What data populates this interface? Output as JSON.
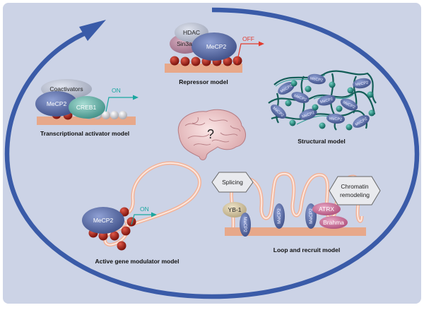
{
  "models": {
    "repressor": {
      "caption": "Repressor model",
      "proteins": [
        "HDAC",
        "Sin3a",
        "MeCP2"
      ],
      "state": "OFF"
    },
    "activator": {
      "caption": "Transcriptional activator model",
      "proteins": [
        "Coactivators",
        "MeCP2",
        "CREB1"
      ],
      "state": "ON"
    },
    "structural": {
      "caption": "Structural model",
      "protein": "MeCP2"
    },
    "modulator": {
      "caption": "Active gene modulator model",
      "protein": "MeCP2",
      "state": "ON"
    },
    "loop": {
      "caption": "Loop and recruit model",
      "splicing": "Splicing",
      "chromatin_line1": "Chromatin",
      "chromatin_line2": "remodeling",
      "yb1": "YB-1",
      "mecp2": "MeCP2",
      "atrx": "ATRX",
      "brahma": "Brahma"
    },
    "brain": {
      "symbol": "?"
    }
  },
  "colors": {
    "background": "#ccd3e6",
    "cycle_arrow": "#3a5ba8",
    "dna_bar": "#e7a88a",
    "methyl_ball": "#b4261c",
    "mecp2": "#4e5f98",
    "on_arrow": "#1aa7a0",
    "off_arrow": "#e23b2e"
  }
}
